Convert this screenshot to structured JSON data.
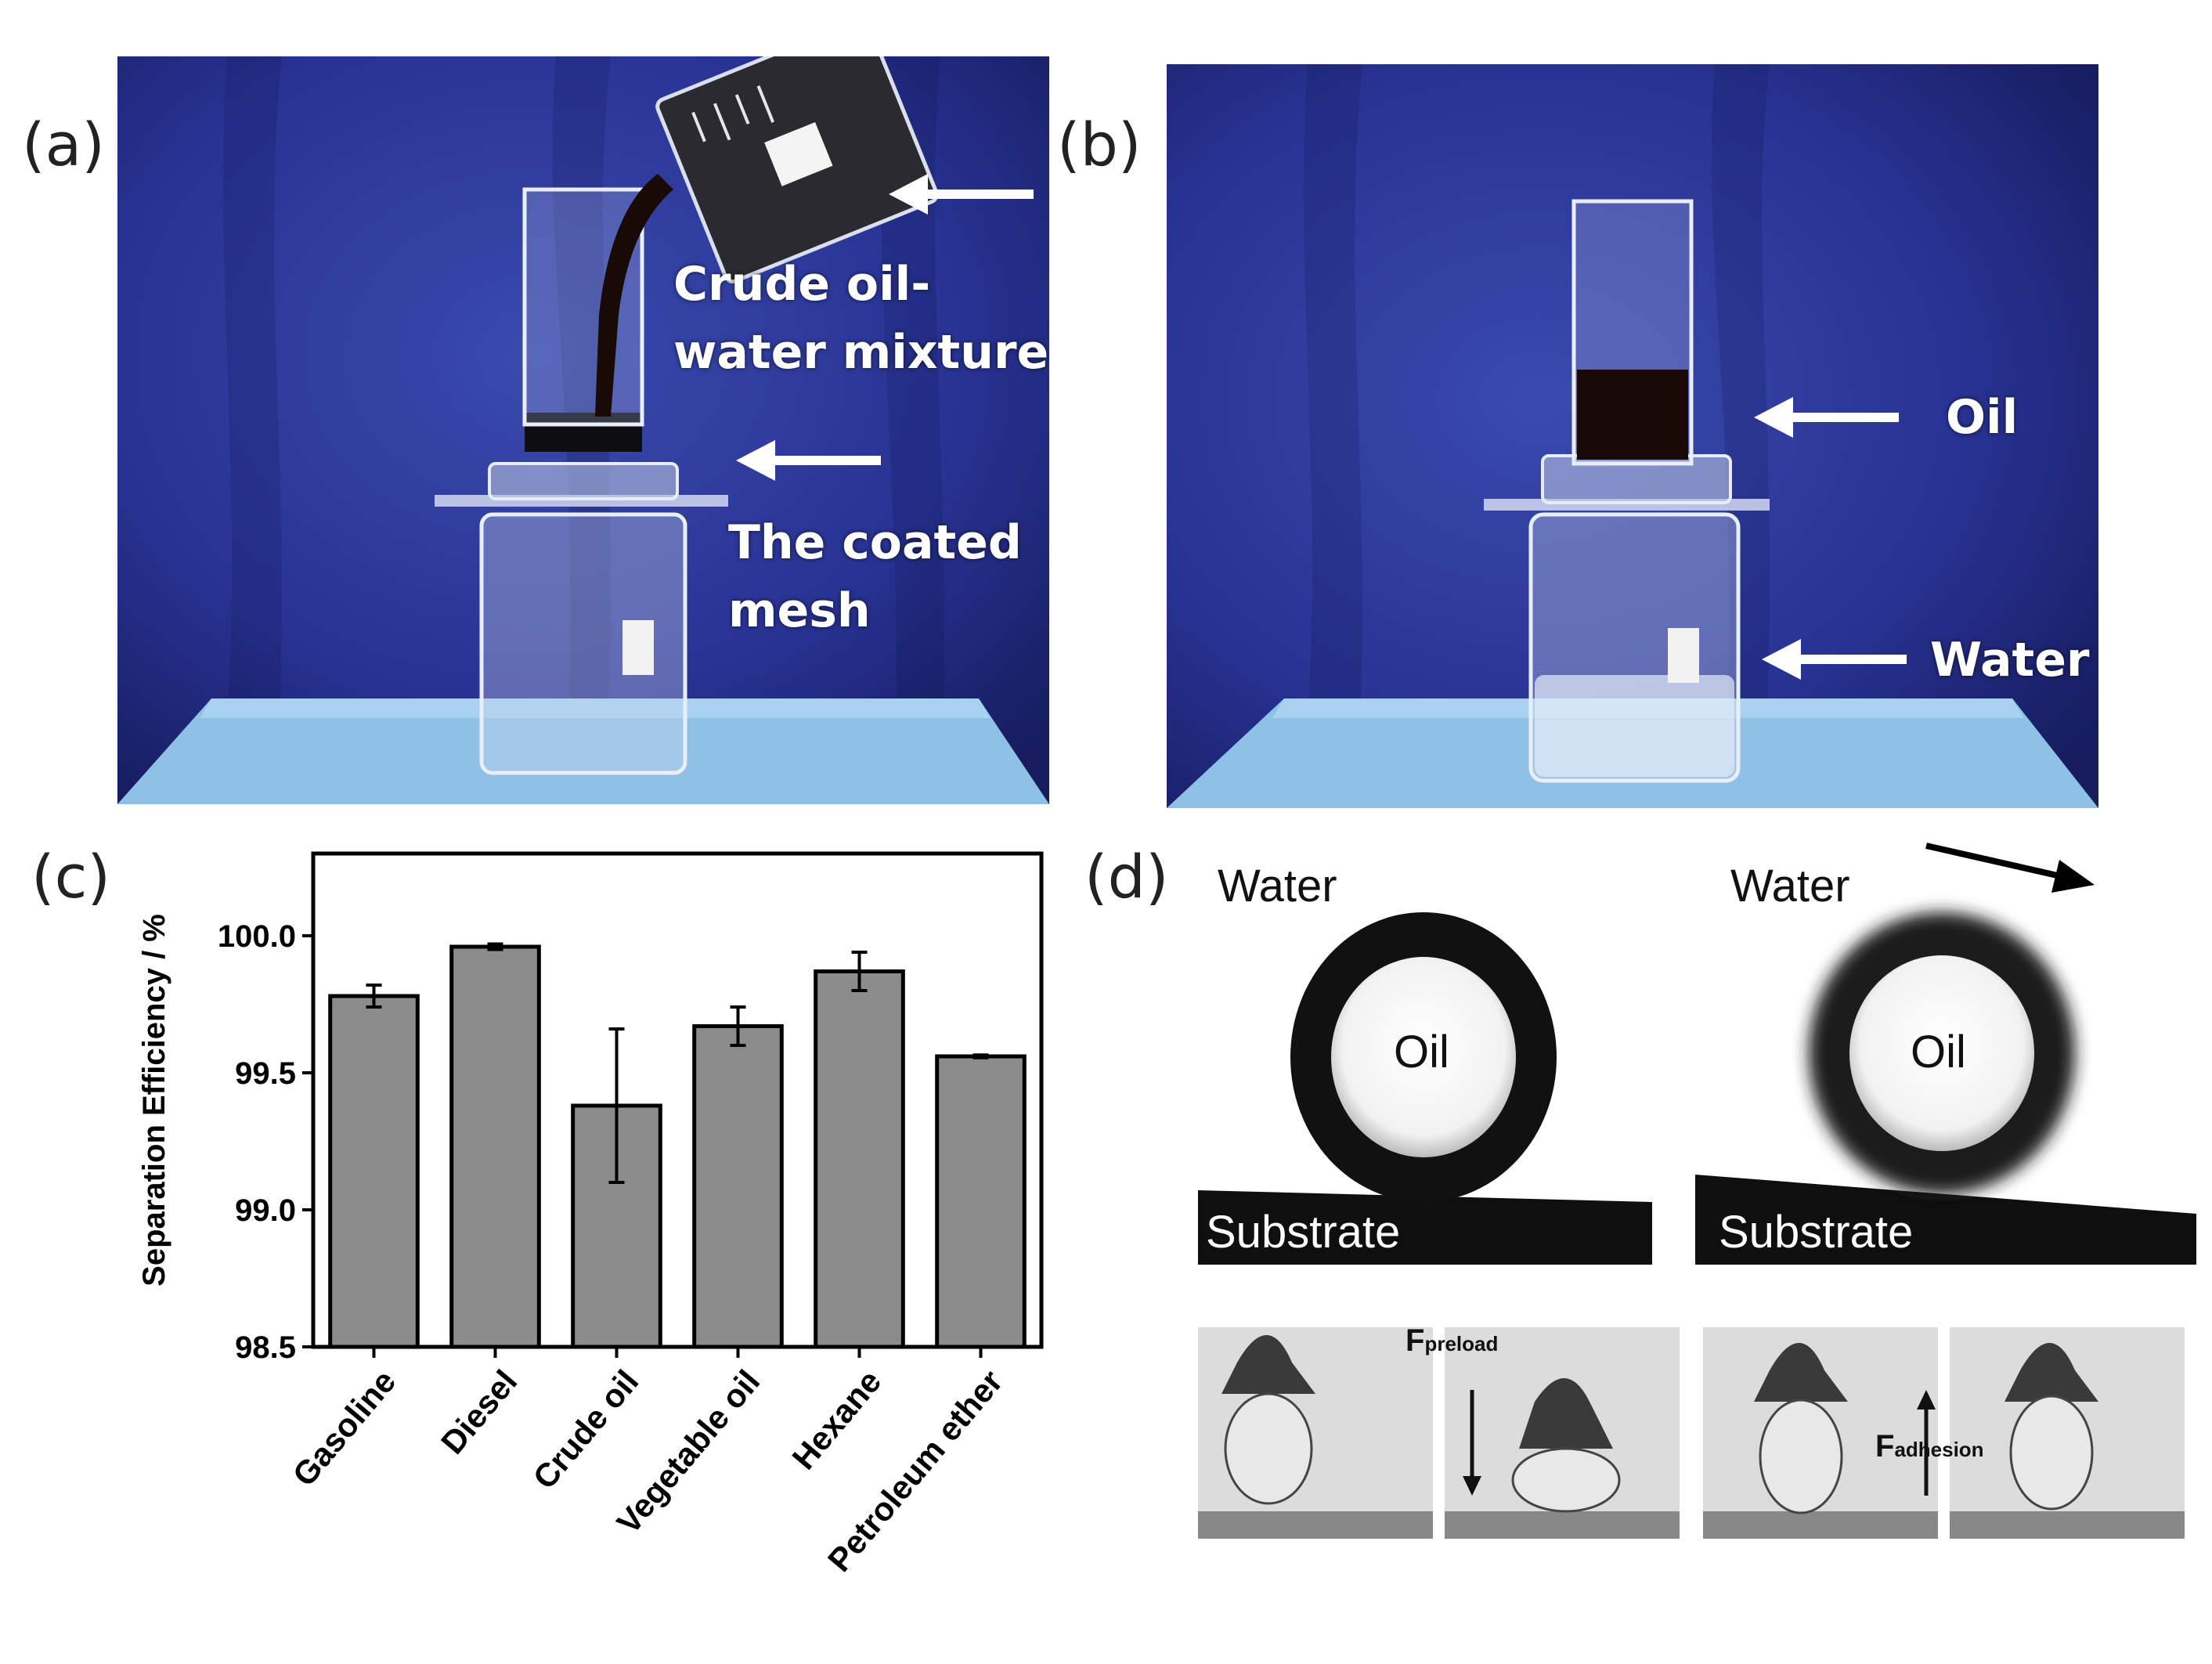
{
  "panels": {
    "a": {
      "label": "(a)",
      "annotation_mixture": [
        "Crude oil-",
        "water mixture"
      ],
      "annotation_mesh": [
        "The coated",
        "mesh"
      ]
    },
    "b": {
      "label": "(b)",
      "annotation_oil": "Oil",
      "annotation_water": "Water"
    },
    "c": {
      "label": "(c)"
    },
    "d": {
      "label": "(d)",
      "left": {
        "medium": "Water",
        "drop": "Oil",
        "substrate": "Substrate"
      },
      "right": {
        "medium": "Water",
        "drop": "Oil",
        "substrate": "Substrate"
      },
      "force_preload": {
        "main": "F",
        "sub": "preload"
      },
      "force_adhesion": {
        "main": "F",
        "sub": "adhesion"
      }
    }
  },
  "colors": {
    "photo_background": "#26318f",
    "bench": "#8fc1e6",
    "bar_fill": "#8c8c8c",
    "crude_oil": "#1a0a06"
  },
  "chart_data": {
    "type": "bar",
    "categories": [
      "Gasoline",
      "Diesel",
      "Crude oil",
      "Vegetable oil",
      "Hexane",
      "Petroleum ether"
    ],
    "values": [
      99.78,
      99.96,
      99.38,
      99.67,
      99.87,
      99.56
    ],
    "errors": [
      0.04,
      0.01,
      0.28,
      0.07,
      0.07,
      0.005
    ],
    "ylabel": "Separation Efficiency / %",
    "xlabel": "",
    "ylim": [
      98.5,
      100.3
    ],
    "yticks": [
      "98.5",
      "99.0",
      "99.5",
      "100.0"
    ],
    "ytick_values": [
      98.5,
      99.0,
      99.5,
      100.0
    ],
    "grid": false
  }
}
